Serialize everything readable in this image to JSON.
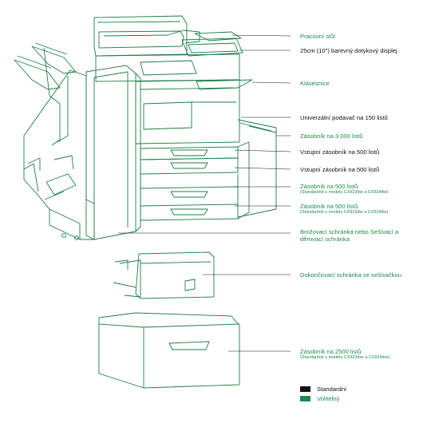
{
  "colors": {
    "standard": "#111111",
    "optional": "#1d8a4e",
    "drawing": "#1e7d46"
  },
  "labels": [
    {
      "key": "pracovni_stul",
      "text": "Pracovní stůl",
      "type": "optional"
    },
    {
      "key": "displej",
      "text": "25cm (10\") barevný dotykový displej",
      "type": "standard"
    },
    {
      "key": "klavesnice",
      "text": "Klávesnice",
      "type": "optional"
    },
    {
      "key": "podavac",
      "text": "Univerzální podavač na 150 listů",
      "type": "standard"
    },
    {
      "key": "zasobnik_3000",
      "text": "Zásobník na 3 000 listů",
      "type": "optional"
    },
    {
      "key": "vstupni_1",
      "text": "Vstupní zásobník na 500 listů",
      "type": "standard"
    },
    {
      "key": "vstupni_2",
      "text": "Vstupní zásobník na 500 listů",
      "type": "standard"
    },
    {
      "key": "zasobnik_500_a",
      "text": "Zásobník na 500 listů",
      "sub": "(Standardně u modelu CX923dte a CX924dte)",
      "type": "optional"
    },
    {
      "key": "zasobnik_500_b",
      "text": "Zásobník na 500 listů",
      "sub": "(Standardně u modelu CX923dte a CX924dte)",
      "type": "optional"
    },
    {
      "key": "brozovaci",
      "text": "Brožovací schránka nebo Sešívací a děrovací schránka",
      "line1": "Brožovací schránka nebo Sešívací a",
      "line2": "děrovací schránka",
      "type": "optional"
    },
    {
      "key": "dokoncovaci",
      "text": "Dokončovací schránka se sešívačkou",
      "type": "optional"
    },
    {
      "key": "zasobnik_2500",
      "text": "Zásobník na 2500 listů",
      "sub": "(Standardně u modelu CX923dxe a CX924dxe)",
      "type": "optional"
    }
  ],
  "legend": [
    {
      "text": "Standardní",
      "type": "standard"
    },
    {
      "text": "Volitelný",
      "type": "optional"
    }
  ]
}
